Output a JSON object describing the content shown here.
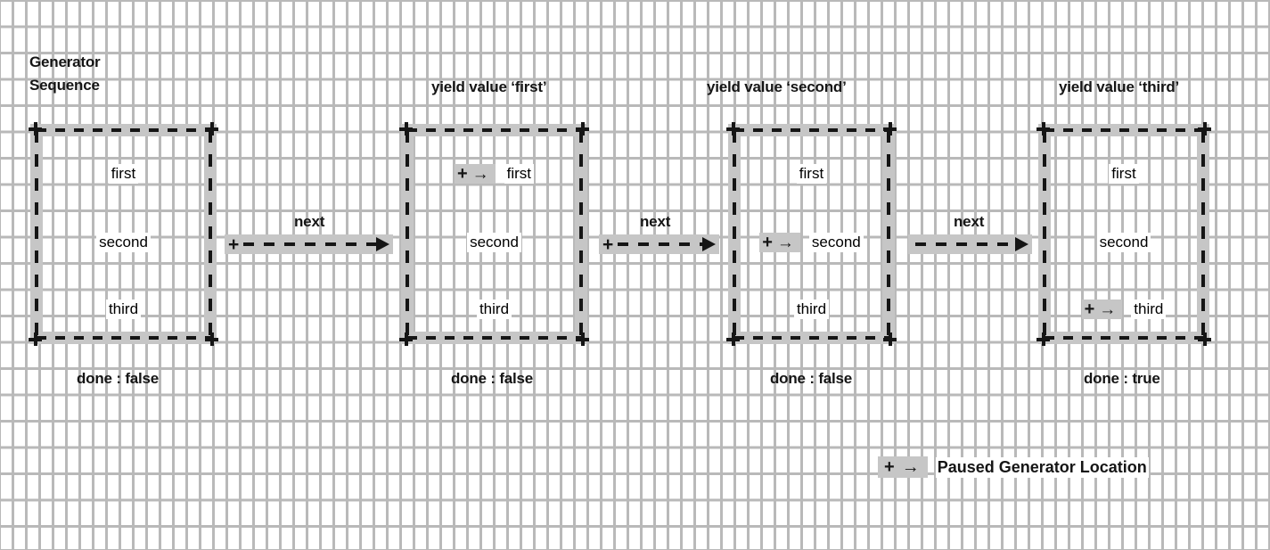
{
  "diagram": {
    "title_lines": [
      "Generator",
      "Sequence"
    ],
    "legend": {
      "plus": "+",
      "arrow": "→",
      "text": "Paused Generator Location"
    },
    "transitions": [
      {
        "label": "next",
        "has_plus": true
      },
      {
        "label": "next",
        "has_plus": true
      },
      {
        "label": "next",
        "has_plus": false
      }
    ],
    "states": [
      {
        "caption": "",
        "items": [
          "first",
          "second",
          "third"
        ],
        "paused_index": -1,
        "done_label": "done : false"
      },
      {
        "caption": "yield value ‘first’",
        "items": [
          "first",
          "second",
          "third"
        ],
        "paused_index": 0,
        "done_label": "done : false"
      },
      {
        "caption": "yield value ‘second’",
        "items": [
          "first",
          "second",
          "third"
        ],
        "paused_index": 1,
        "done_label": "done : false"
      },
      {
        "caption": "yield value ‘third’",
        "items": [
          "first",
          "second",
          "third"
        ],
        "paused_index": 2,
        "done_label": "done : true"
      }
    ],
    "marker": {
      "plus": "+",
      "arrow": "→"
    },
    "colors": {
      "grid_line": "#b9b9b9",
      "band": "#c6c6c6",
      "ink": "#151515",
      "background": "#ffffff"
    }
  }
}
